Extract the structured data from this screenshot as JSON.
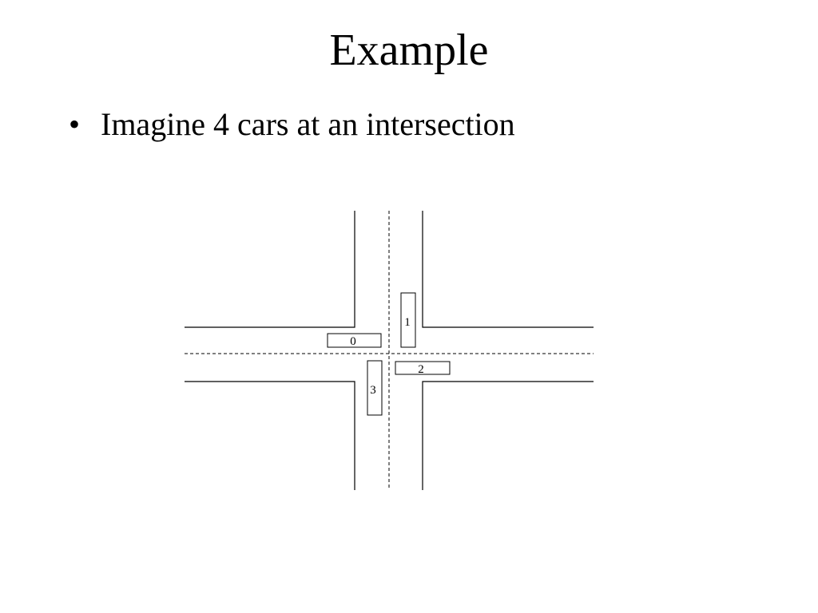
{
  "slide": {
    "title": "Example",
    "bullets": [
      {
        "marker": "•",
        "text": "Imagine 4 cars at an intersection"
      }
    ]
  },
  "diagram": {
    "cars": [
      {
        "label": "0"
      },
      {
        "label": "1"
      },
      {
        "label": "2"
      },
      {
        "label": "3"
      }
    ],
    "colors": {
      "line": "#000000",
      "background": "#ffffff"
    }
  }
}
